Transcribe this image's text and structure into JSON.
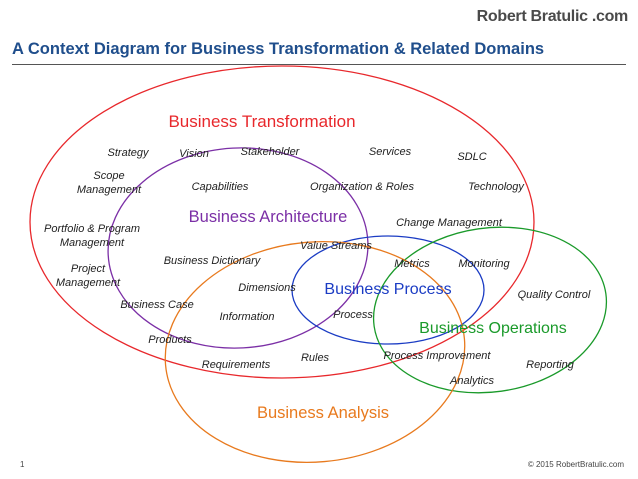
{
  "header": {
    "logo_text": "Robert Bratulic .com",
    "title": "A Context Diagram for Business Transformation & Related Domains"
  },
  "footer": {
    "page_number": "1",
    "copyright": "© 2015 RobertBratulic.com"
  },
  "domains": [
    {
      "key": "transformation",
      "label": "Business Transformation",
      "color": "#e8282c"
    },
    {
      "key": "architecture",
      "label": "Business Architecture",
      "color": "#7b2fa6"
    },
    {
      "key": "process",
      "label": "Business Process",
      "color": "#1b3cc4"
    },
    {
      "key": "operations",
      "label": "Business Operations",
      "color": "#1a9a2a"
    },
    {
      "key": "analysis",
      "label": "Business Analysis",
      "color": "#e87a1e"
    }
  ],
  "terms": [
    [
      "Strategy"
    ],
    [
      "Vision"
    ],
    [
      "Stakeholder"
    ],
    [
      "Services"
    ],
    [
      "SDLC"
    ],
    [
      "Scope",
      "Management"
    ],
    [
      "Capabilities"
    ],
    [
      "Organization & Roles"
    ],
    [
      "Technology"
    ],
    [
      "Portfolio & Program",
      "Management"
    ],
    [
      "Change Management"
    ],
    [
      "Value Streams"
    ],
    [
      "Project",
      "Management"
    ],
    [
      "Business Dictionary"
    ],
    [
      "Metrics"
    ],
    [
      "Monitoring"
    ],
    [
      "Dimensions"
    ],
    [
      "Quality Control"
    ],
    [
      "Business Case"
    ],
    [
      "Information"
    ],
    [
      "Process"
    ],
    [
      "Products"
    ],
    [
      "Requirements"
    ],
    [
      "Rules"
    ],
    [
      "Process Improvement"
    ],
    [
      "Reporting"
    ],
    [
      "Analytics"
    ]
  ]
}
